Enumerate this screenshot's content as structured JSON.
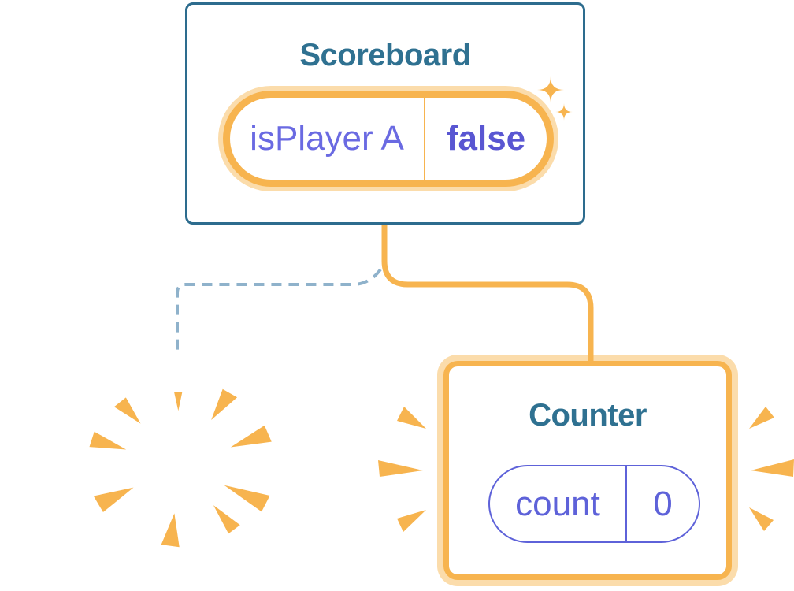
{
  "diagram": {
    "description": "Component tree diagram: Scoreboard keeps its state while a child component is removed (poof) and a new Counter is added",
    "scoreboard": {
      "title": "Scoreboard",
      "state": {
        "name": "isPlayer A",
        "value": "false"
      }
    },
    "counter": {
      "title": "Counter",
      "state": {
        "name": "count",
        "value": "0"
      }
    },
    "removed_component": {
      "label": "destroyed component (poof)"
    }
  },
  "icons": {
    "sparkles": "sparkles-icon",
    "poof_burst": "poof-burst-icon",
    "emphasis_left": "emphasis-rays-left-icon",
    "emphasis_right": "emphasis-rays-right-icon"
  },
  "colors": {
    "card_border_teal": "#2d6c8e",
    "title_teal": "#2f7191",
    "accent_orange": "#f7b44f",
    "accent_orange_glow": "#fbdcab",
    "state_purple": "#5e62d9",
    "state_name_purple": "#6a6ae2",
    "state_value_purple": "#5956d2",
    "dashed_connector_blue": "#8fb2cb",
    "card_background": "#ffffff"
  }
}
